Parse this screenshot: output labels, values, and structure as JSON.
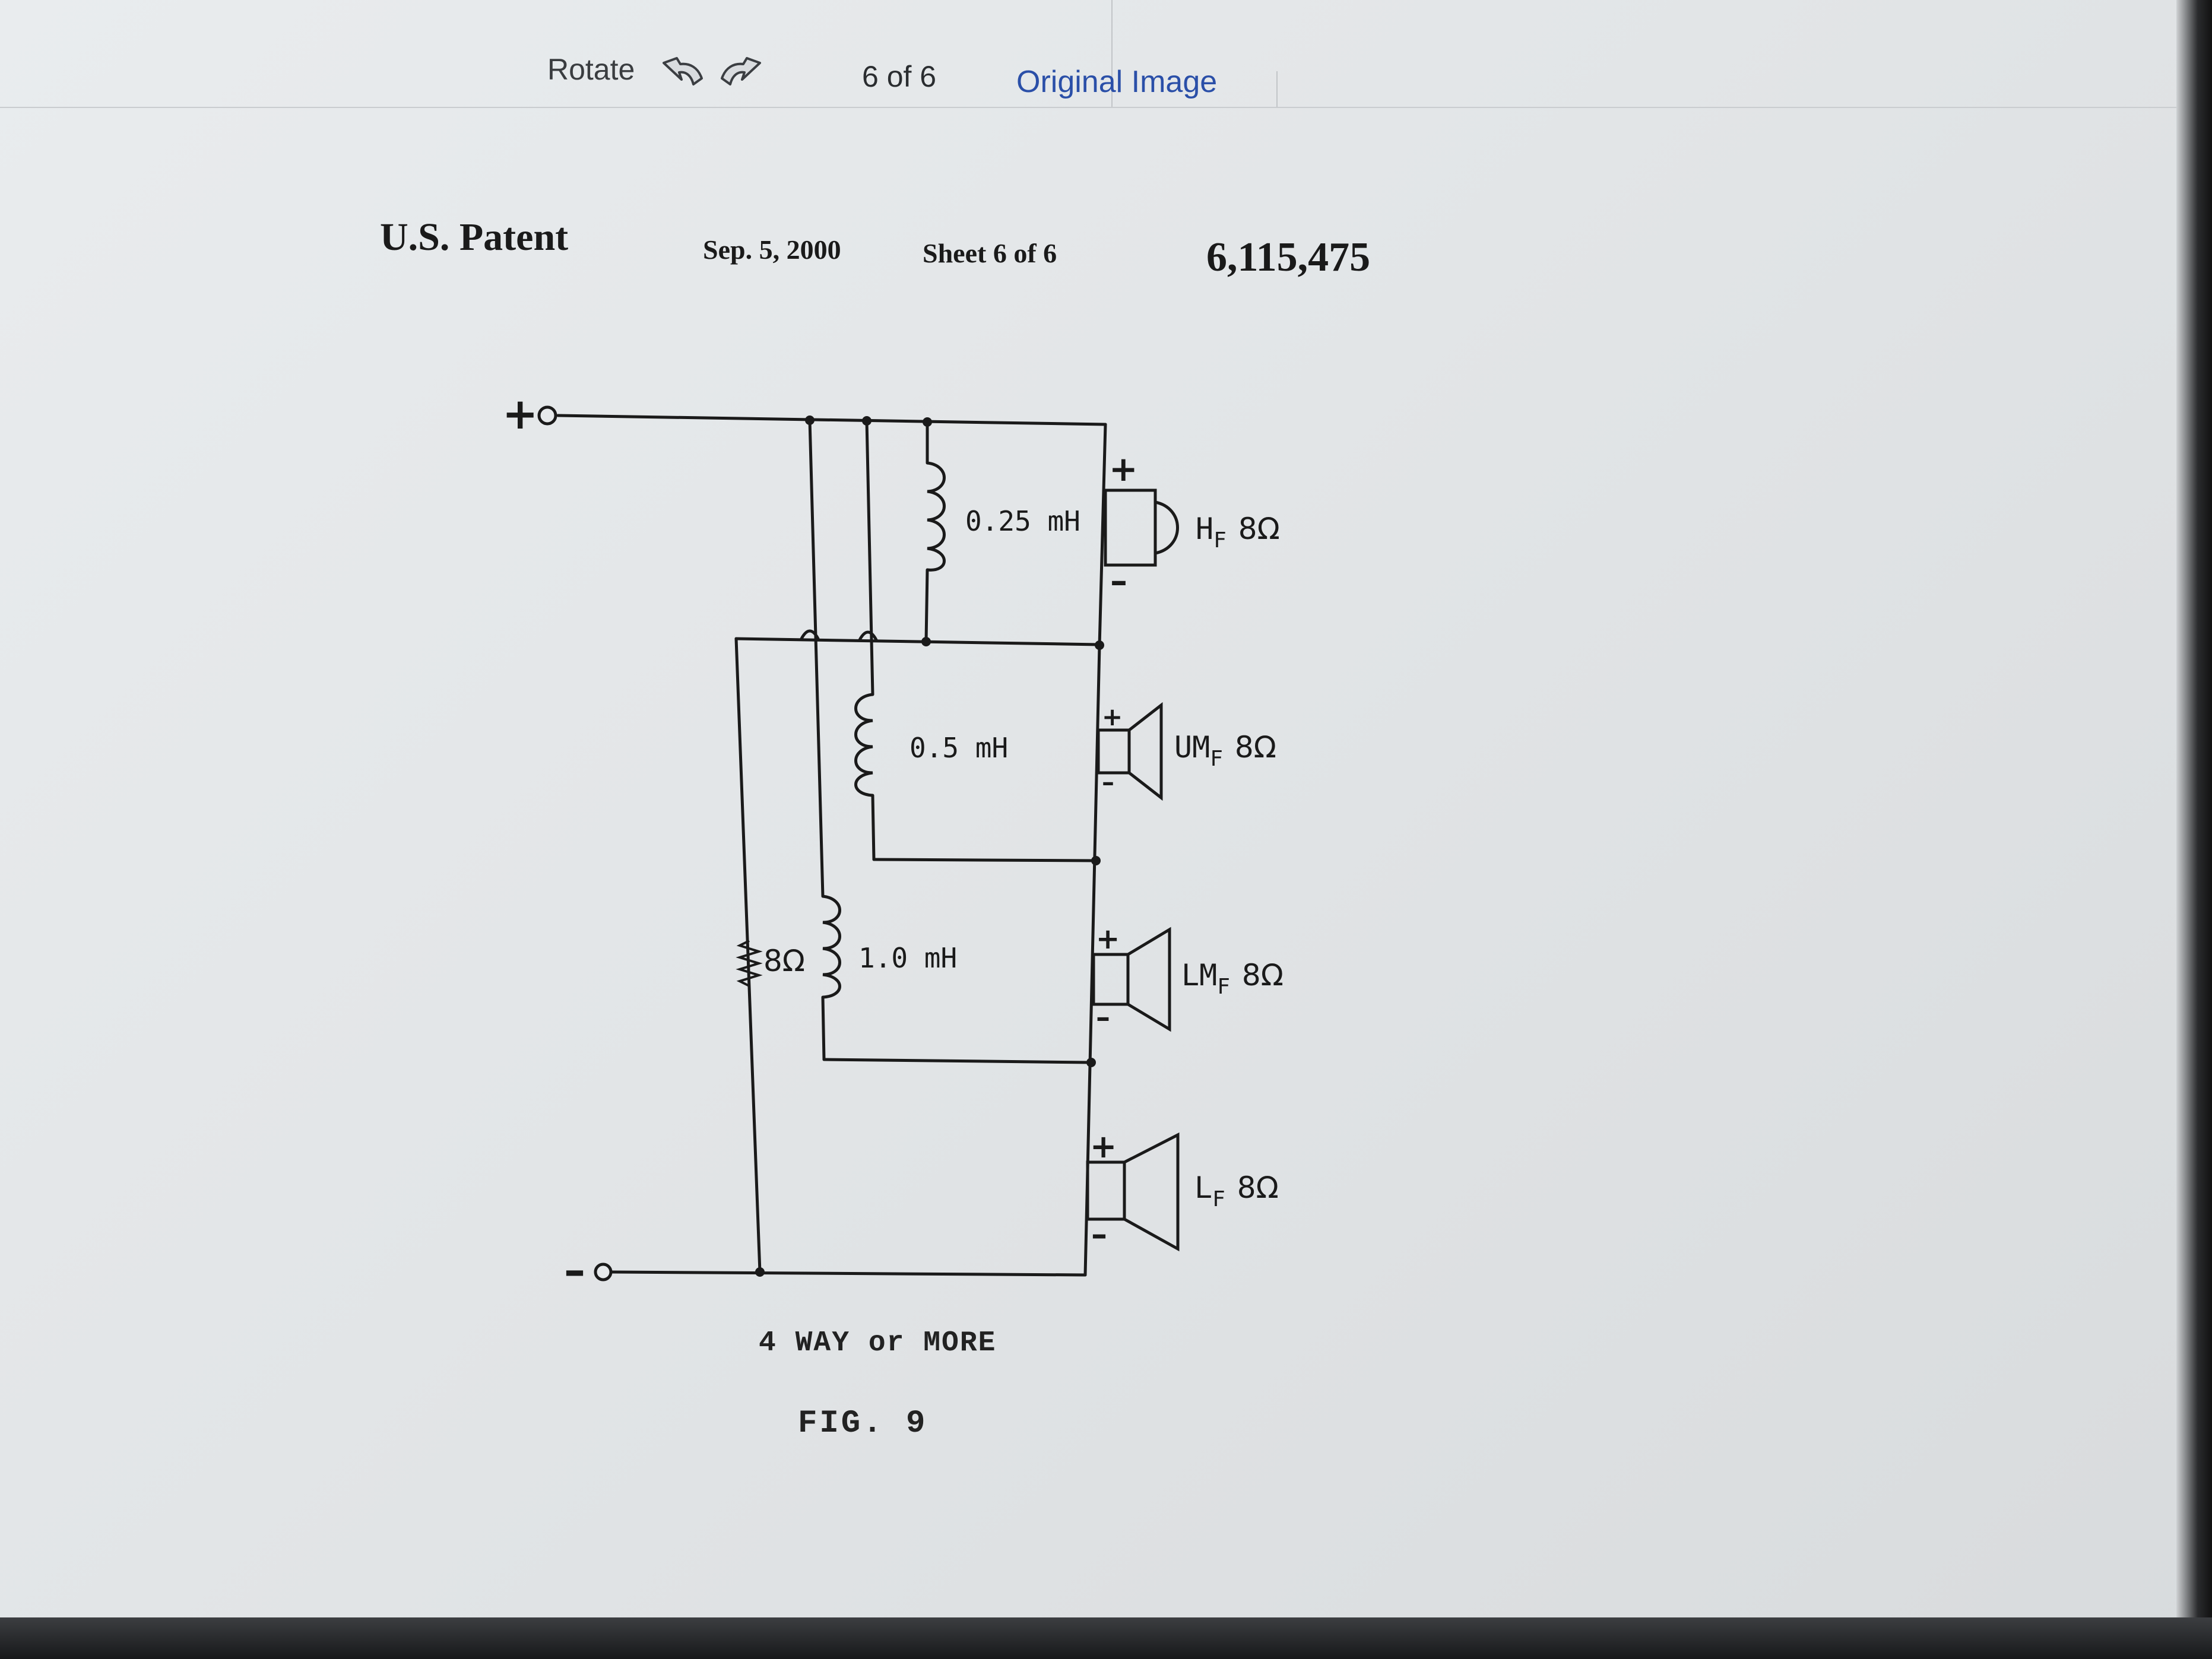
{
  "toolbar": {
    "rotate_label": "Rotate",
    "page_indicator": "6 of 6",
    "original_image_link": "Original Image"
  },
  "patent_header": {
    "title": "U.S. Patent",
    "date": "Sep. 5, 2000",
    "sheet": "Sheet 6 of 6",
    "number": "6,115,475"
  },
  "schematic": {
    "terminals": {
      "positive": "+",
      "negative": "–"
    },
    "inductors": [
      "0.25 mH",
      "0.5 mH",
      "1.0 mH"
    ],
    "resistor": "8Ω",
    "drivers": [
      {
        "label": "HF",
        "main": "H",
        "sub": "F",
        "impedance": "8Ω"
      },
      {
        "label": "UMF",
        "main": "UM",
        "sub": "F",
        "impedance": "8Ω"
      },
      {
        "label": "LMF",
        "main": "LM",
        "sub": "F",
        "impedance": "8Ω"
      },
      {
        "label": "LF",
        "main": "L",
        "sub": "F",
        "impedance": "8Ω"
      }
    ],
    "polarity": {
      "plus": "+",
      "minus": "–"
    }
  },
  "caption": {
    "configuration": "4 WAY or MORE",
    "figure": "FIG.  9"
  },
  "icons": {
    "rotate_left": "rotate-left-icon",
    "rotate_right": "rotate-right-icon"
  },
  "colors": {
    "link": "#2a4fa8",
    "ink": "#1a1a1a"
  }
}
